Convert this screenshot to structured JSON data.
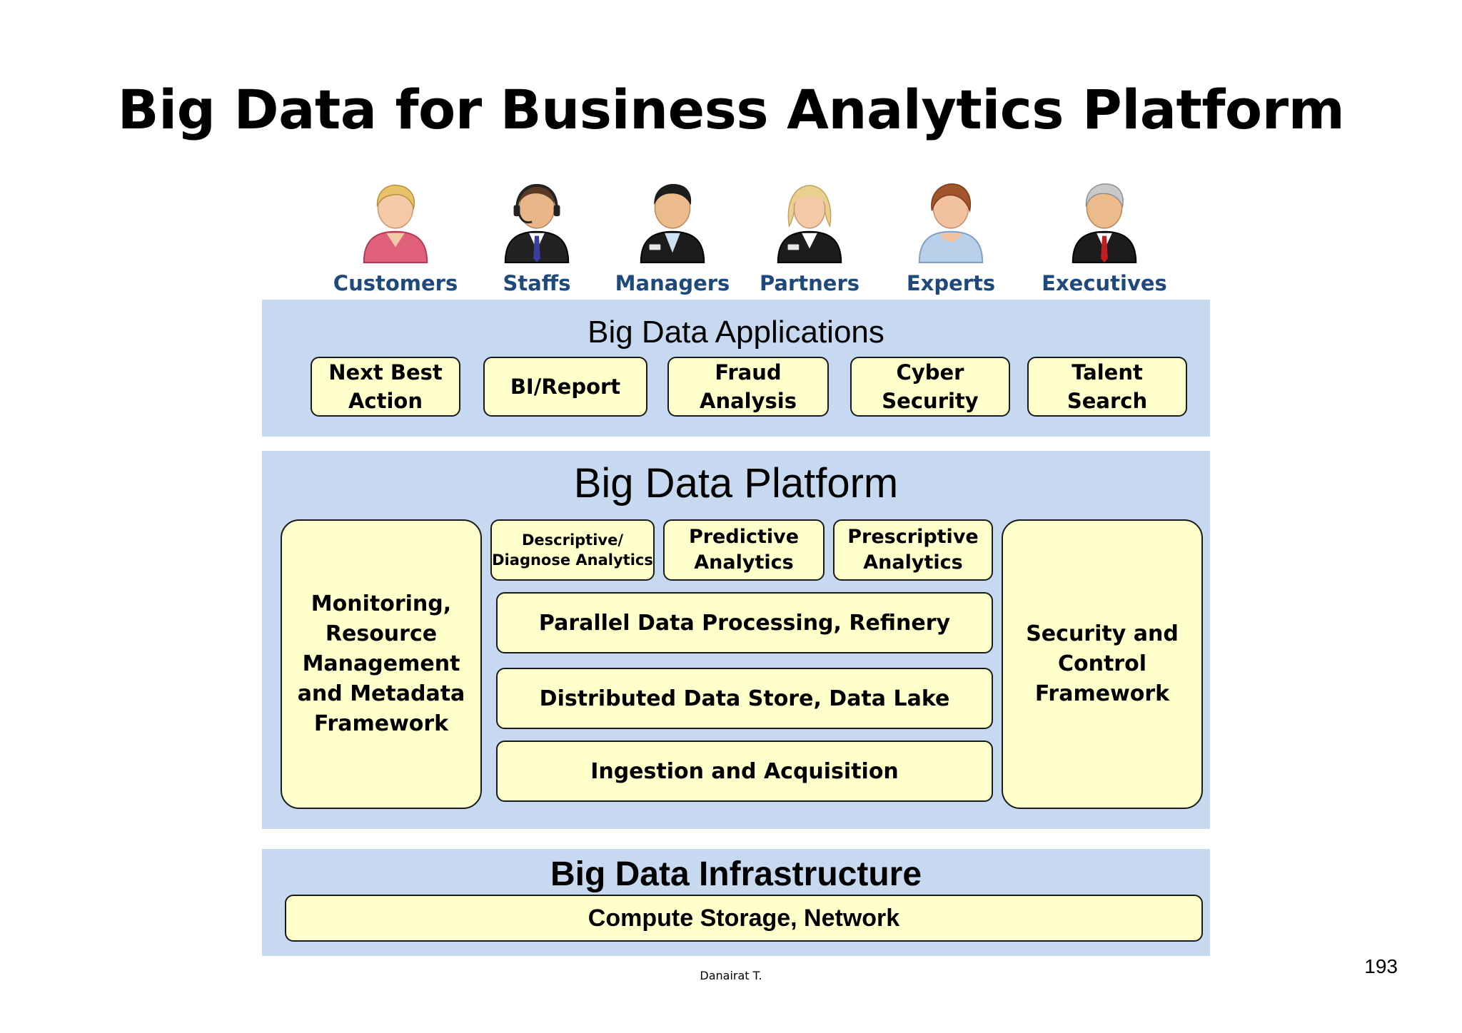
{
  "title": "Big Data for Business Analytics Platform",
  "personas": [
    {
      "label": "Customers",
      "icon": "customer-person-icon"
    },
    {
      "label": "Staffs",
      "icon": "staff-headset-person-icon"
    },
    {
      "label": "Managers",
      "icon": "manager-person-icon"
    },
    {
      "label": "Partners",
      "icon": "partner-person-icon"
    },
    {
      "label": "Experts",
      "icon": "expert-person-icon"
    },
    {
      "label": "Executives",
      "icon": "executive-person-icon"
    }
  ],
  "applications": {
    "title": "Big Data Applications",
    "items": [
      {
        "label": "Next Best\nAction"
      },
      {
        "label": "BI/Report"
      },
      {
        "label": "Fraud\nAnalysis"
      },
      {
        "label": "Cyber\nSecurity"
      },
      {
        "label": "Talent\nSearch"
      }
    ]
  },
  "platform": {
    "title": "Big Data Platform",
    "monitoring": "Monitoring,\nResource\nManagement\nand Metadata\nFramework",
    "analytics": [
      {
        "label": "Descriptive/\nDiagnose Analytics"
      },
      {
        "label": "Predictive\nAnalytics"
      },
      {
        "label": "Prescriptive\nAnalytics"
      }
    ],
    "layers": [
      {
        "label": "Parallel Data Processing, Refinery"
      },
      {
        "label": "Distributed Data Store, Data Lake"
      },
      {
        "label": "Ingestion and Acquisition"
      }
    ],
    "security": "Security and\nControl\nFramework"
  },
  "infrastructure": {
    "title": "Big Data Infrastructure",
    "item": "Compute Storage, Network"
  },
  "footer": {
    "author": "Danairat T.",
    "page": "193"
  },
  "colors": {
    "band_fill": "#c6d9f1",
    "box_fill": "#ffffcc",
    "persona_label": "#1f497d"
  }
}
